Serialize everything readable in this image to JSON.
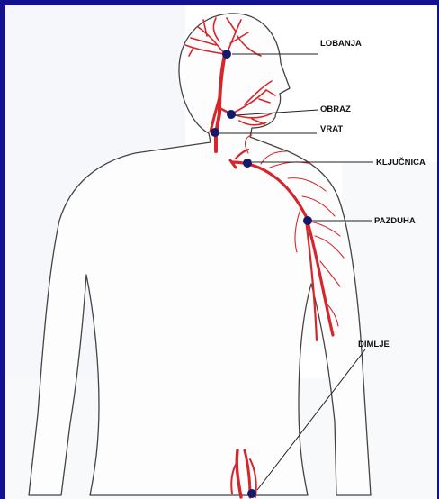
{
  "colors": {
    "slide_background": "#12128f",
    "panel": "#ffffff",
    "body_fill": "#fdfdfd",
    "body_outline": "#444444",
    "artery": "#d6252b",
    "marker": "#141a6b",
    "leader_line": "#222222"
  },
  "labels": {
    "lobanja": "LOBANJA",
    "obraz": "OBRAZ",
    "vrat": "VRAT",
    "kljucnica": "KLJUČNICA",
    "pazduha": "PAZDUHA",
    "dimlje": "DIMLJE"
  }
}
